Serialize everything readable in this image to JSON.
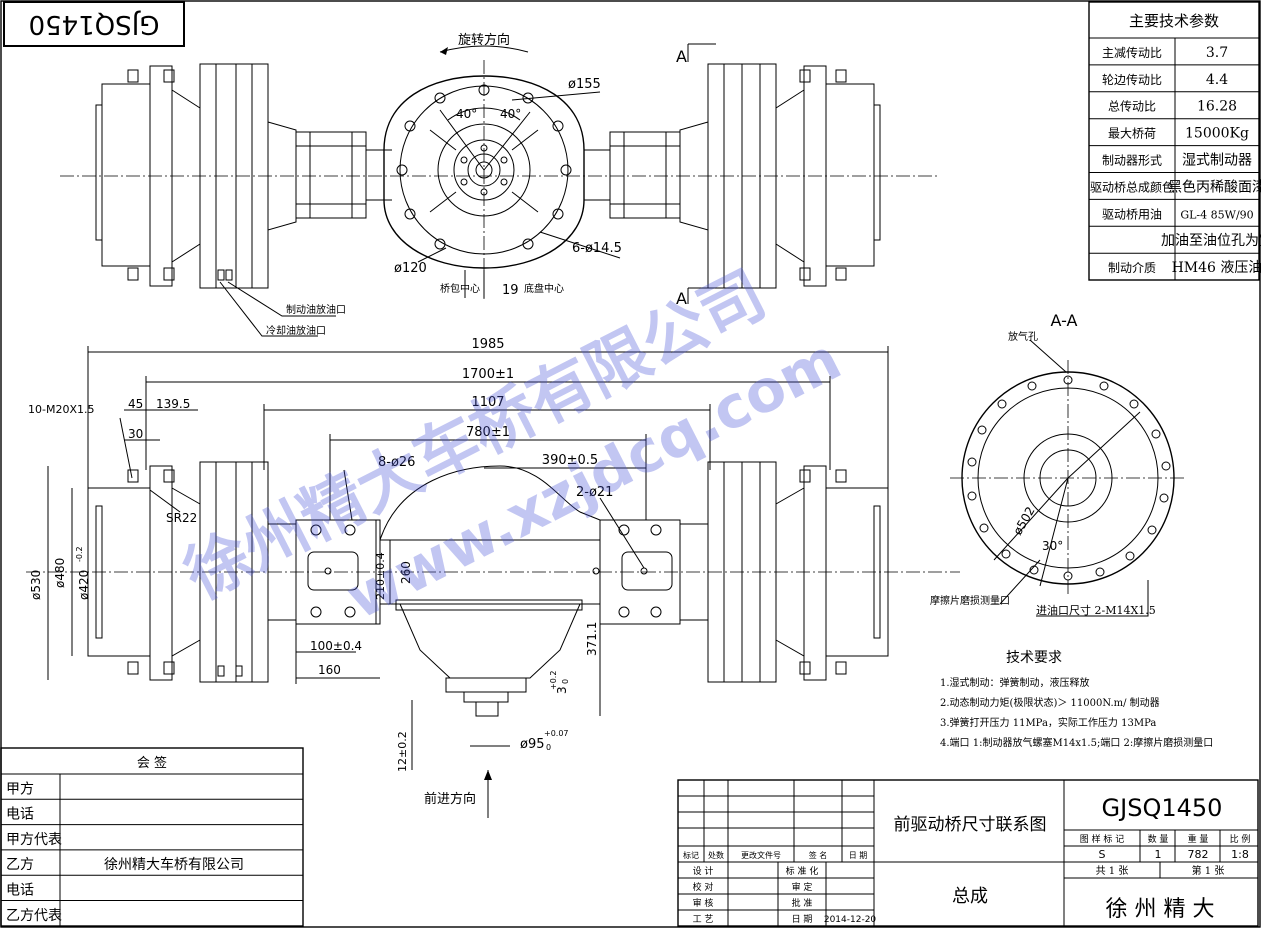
{
  "stamp": "GJSQ1450",
  "top_view": {
    "rotation_label": "旋转方向",
    "section_mark": "A",
    "bolt_circle": "ø155",
    "angle_a": "40°",
    "angle_b": "40°",
    "hole_spec": "6-ø14.5",
    "pilot": "ø120",
    "pinion_center": "桥包中心",
    "offset_value": "19",
    "chassis_center": "底盘中心",
    "brake_drain": "制动油放油口",
    "cooling_drain": "冷却油放油口"
  },
  "front_view": {
    "overall": "1985",
    "track": "1700±1",
    "spring_span": "1107",
    "pad_span": "780±1",
    "pad_offset": "390±0.5",
    "studs": "10-M20X1.5",
    "d45": "45",
    "d139": "139.5",
    "d30": "30",
    "holes_big": "8-ø26",
    "holes_small": "2-ø21",
    "sr": "SR22",
    "d530": "ø530",
    "d480": "ø480",
    "d420": "ø420",
    "d420_tol": "-0.2",
    "h210": "210±0.4",
    "h260": "260",
    "w100": "100±0.4",
    "w160": "160",
    "h371": "371.1",
    "h3": "3",
    "h3_tol_up": "+0.2",
    "h3_tol_dn": "0",
    "d95": "ø95",
    "d95_tol_up": "+0.07",
    "d95_tol_dn": "0",
    "h12": "12±0.2",
    "forward_label": "前进方向"
  },
  "section_view": {
    "title": "A-A",
    "vent": "放气孔",
    "pcd": "ø502",
    "angle": "30°",
    "wear_port": "摩擦片磨损测量口",
    "inlet": "进油口尺寸 2-M14X1.5"
  },
  "params": {
    "title": "主要技术参数",
    "rows": [
      {
        "label": "主减传动比",
        "value": "3.7"
      },
      {
        "label": "轮边传动比",
        "value": "4.4"
      },
      {
        "label": "总传动比",
        "value": "16.28"
      },
      {
        "label": "最大桥荷",
        "value": "15000Kg"
      },
      {
        "label": "制动器形式",
        "value": "湿式制动器"
      },
      {
        "label": "驱动桥总成颜色",
        "value": "黑色丙稀酸面漆"
      },
      {
        "label": "驱动桥用油",
        "value": "GL-4 85W/90"
      },
      {
        "label": "",
        "value": "加油至油位孔为宜"
      },
      {
        "label": "制动介质",
        "value": "HM46 液压油"
      }
    ]
  },
  "tech": {
    "title": "技术要求",
    "items": [
      "1.湿式制动：弹簧制动，液压释放",
      "2.动态制动力矩(极限状态)＞ 11000N.m/ 制动器",
      "3.弹簧打开压力 11MPa，实际工作压力 13MPa",
      "4.端口 1:制动器放气螺塞M14x1.5;端口 2:摩擦片磨损测量口"
    ]
  },
  "sign": {
    "title": "会    签",
    "rows": [
      {
        "label": "甲方",
        "value": ""
      },
      {
        "label": "电话",
        "value": ""
      },
      {
        "label": "甲方代表",
        "value": ""
      },
      {
        "label": "乙方",
        "value": "徐州精大车桥有限公司"
      },
      {
        "label": "电话",
        "value": ""
      },
      {
        "label": "乙方代表",
        "value": ""
      }
    ]
  },
  "titleblock": {
    "drawing_name": "前驱动桥尺寸联系图",
    "assembly": "总成",
    "code": "GJSQ1450",
    "company": "徐  州  精  大",
    "col_mark": "图 样 标 记",
    "col_qty": "数 量",
    "col_weight": "重 量",
    "col_scale": "比 例",
    "mark": "S",
    "qty": "1",
    "weight": "782",
    "scale": "1:8",
    "sheets_total": "共 1 张",
    "sheet_no": "第 1 张",
    "rev_headers": [
      "标记",
      "处数",
      "更改文件号",
      "签 名",
      "日 期"
    ],
    "roles": [
      "设 计",
      "校 对",
      "审 核",
      "工 艺"
    ],
    "roles2": [
      "标 准 化",
      "审 定",
      "批 准",
      "日 期"
    ],
    "date": "2014-12-20"
  },
  "watermark": {
    "company": "徐州精大车桥有限公司",
    "url": "www.xzjdcq.com"
  }
}
